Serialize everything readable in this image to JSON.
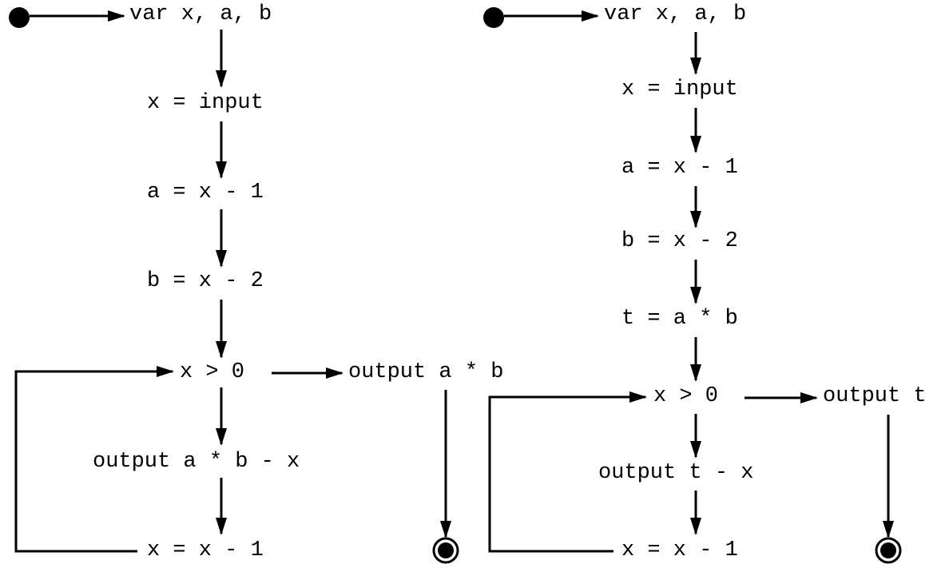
{
  "left_flow": {
    "decl": "var x, a, b",
    "read_input": "x = input",
    "assign_a": "a = x - 1",
    "assign_b": "b = x - 2",
    "condition": "x > 0",
    "output_exit": "output a * b",
    "output_loop": "output a * b - x",
    "decrement": "x = x - 1"
  },
  "right_flow": {
    "decl": "var x, a, b",
    "read_input": "x = input",
    "assign_a": "a = x - 1",
    "assign_b": "b = x - 2",
    "assign_t": "t = a * b",
    "condition": "x > 0",
    "output_exit": "output t",
    "output_loop": "output t - x",
    "decrement": "x = x - 1"
  },
  "colors": {
    "stroke": "#000000",
    "background": "#ffffff"
  }
}
